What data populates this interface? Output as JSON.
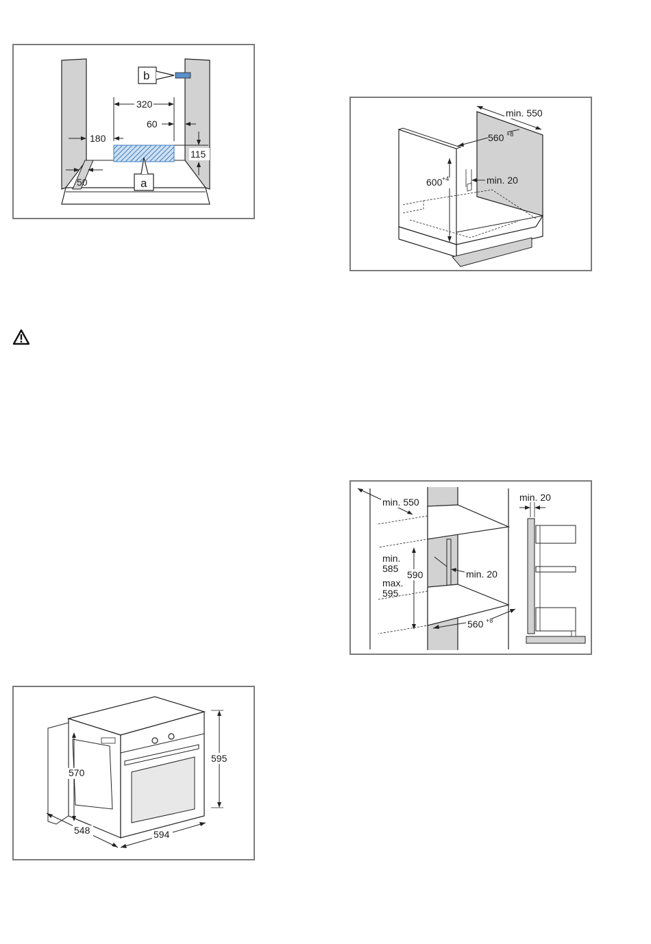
{
  "figures": {
    "cabinet_cutout": {
      "dim_320": "320",
      "dim_60": "60",
      "dim_180": "180",
      "dim_115": "115",
      "dim_50": "50",
      "label_a": "a",
      "label_b": "b"
    },
    "under_counter": {
      "depth": "min. 550",
      "width": "560",
      "width_tol": "+8",
      "height": "600",
      "height_tol": "+4",
      "gap": "min. 20"
    },
    "tall_cabinet": {
      "depth": "min. 550",
      "gap_top": "min. 20",
      "height_min_1": "min.",
      "height_min_2": "585",
      "height_nominal": "590",
      "height_max_1": "max.",
      "height_max_2": "595",
      "gap_side": "min. 20",
      "width": "560",
      "width_tol": "+8"
    },
    "appliance": {
      "height": "595",
      "door_height": "570",
      "depth": "548",
      "width": "594"
    }
  },
  "warning_icon": "warning-triangle-icon",
  "colors": {
    "frame": "#7a7a7a",
    "panel": "#d2d2d2",
    "hatch": "#3b7bbf",
    "bracket": "#5b8fc9"
  }
}
